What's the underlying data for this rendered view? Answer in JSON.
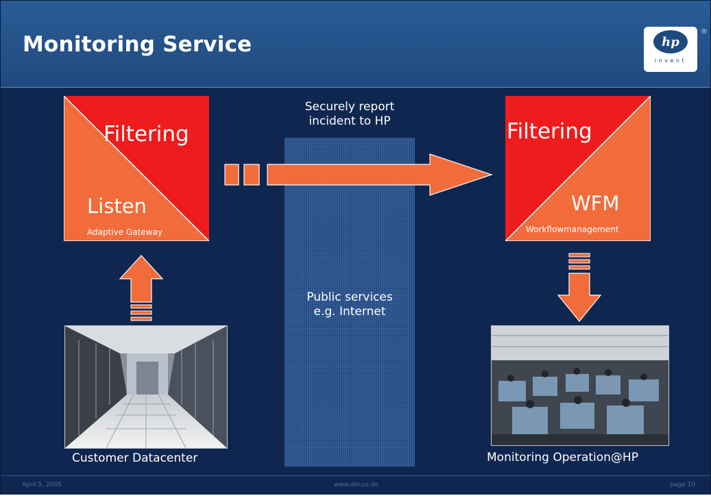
{
  "slide": {
    "title": "Monitoring Service",
    "logo": {
      "mark": "hp",
      "tagline": "invent",
      "registered": "®"
    }
  },
  "diagram": {
    "left_box": {
      "top_label": "Filtering",
      "bottom_label": "Listen",
      "sub_label": "Adaptive Gateway"
    },
    "right_box": {
      "top_label": "Filtering",
      "bottom_label": "WFM",
      "sub_label": "Workflowmanagement"
    },
    "secure_note": [
      "Securely report",
      "incident to HP"
    ],
    "public_note": [
      "Public services",
      "e.g. Internet"
    ],
    "left_photo_caption": "Customer Datacenter",
    "right_photo_caption": "Monitoring Operation@HP"
  },
  "footer": {
    "date": "April 5, 2005",
    "url": "www.decus.de",
    "page": "page 10"
  },
  "colors": {
    "background": "#0f2750",
    "header": "#245490",
    "box_red": "#ee1c1c",
    "box_orange": "#f26b3a",
    "band": "#214a85"
  }
}
